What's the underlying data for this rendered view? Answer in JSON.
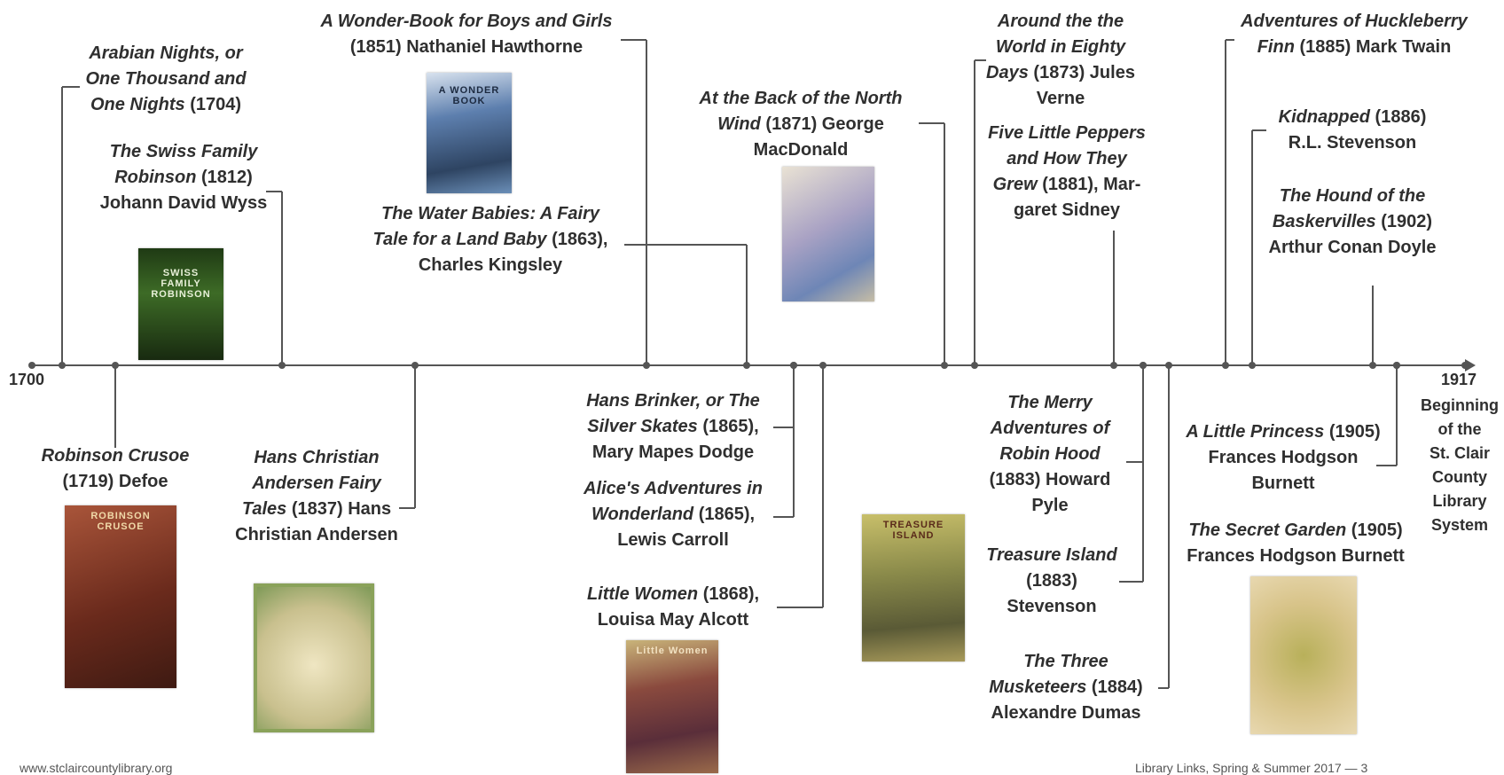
{
  "timeline": {
    "start_year": "1700",
    "end_year": "1917",
    "end_caption": [
      "Beginning",
      "of the",
      "St. Clair",
      "County",
      "Library",
      "System"
    ],
    "colors": {
      "line": "#555555",
      "text": "#2f2f2f"
    }
  },
  "entries": [
    {
      "id": "arabian-nights",
      "title": "Arabian Nights, or One Thousand and One Nights",
      "year": "(1704)",
      "author": ""
    },
    {
      "id": "robinson-crusoe",
      "title": "Robinson Crusoe",
      "year": "(1719)",
      "author": "Defoe"
    },
    {
      "id": "swiss-family",
      "title": "The Swiss Family Robinson",
      "year": "(1812)",
      "author": "Johann David Wyss"
    },
    {
      "id": "andersen",
      "title": "Hans Christian Andersen Fairy Tales",
      "year": "(1837)",
      "author": "Hans Christian Andersen"
    },
    {
      "id": "wonder-book",
      "title": "A Wonder-Book for Boys and Girls",
      "year": "(1851)",
      "author": "Nathaniel Hawthorne"
    },
    {
      "id": "water-babies",
      "title": "The Water Babies: A Fairy Tale for a Land Baby",
      "year": "(1863),",
      "author": "Charles Kingsley"
    },
    {
      "id": "hans-brinker",
      "title": "Hans Brinker, or The Silver Skates",
      "year": "(1865),",
      "author": "Mary Mapes Dodge"
    },
    {
      "id": "alice",
      "title": "Alice's Adventures in Wonderland",
      "year": "(1865),",
      "author": "Lewis Carroll"
    },
    {
      "id": "little-women",
      "title": "Little Women",
      "year": "(1868),",
      "author": "Louisa May Alcott"
    },
    {
      "id": "north-wind",
      "title": "At the Back of the North Wind",
      "year": "(1871)",
      "author": "George MacDonald"
    },
    {
      "id": "eighty-days",
      "title": "Around the the World in Eighty Days",
      "year": "(1873)",
      "author": "Jules Verne"
    },
    {
      "id": "five-peppers",
      "title": "Five Little Peppers and How They Grew",
      "year": "(1881),",
      "author": "Mar-garet Sidney"
    },
    {
      "id": "robin-hood",
      "title": "The Merry Adventures of Robin Hood",
      "year": "(1883) Howard",
      "author": "Pyle"
    },
    {
      "id": "treasure-island",
      "title": "Treasure Island",
      "year": "(1883)",
      "author": "Stevenson"
    },
    {
      "id": "musketeers",
      "title": "The Three Musketeers",
      "year": "(1884)",
      "author": "Alexandre Dumas"
    },
    {
      "id": "huck-finn",
      "title": "Adventures of Huckleberry Finn",
      "year": "(1885)",
      "author": "Mark Twain"
    },
    {
      "id": "kidnapped",
      "title": "Kidnapped",
      "year": "(1886)",
      "author": "R.L. Stevenson"
    },
    {
      "id": "baskervilles",
      "title": "The Hound of the Baskervilles",
      "year": "(1902)",
      "author": "Arthur Conan Doyle"
    },
    {
      "id": "little-princess",
      "title": "A Little Princess",
      "year": "(1905)",
      "author": "Frances Hodgson Burnett"
    },
    {
      "id": "secret-garden",
      "title": "The Secret Garden",
      "year": "(1905)",
      "author": "Frances Hodgson Burnett"
    }
  ],
  "covers": [
    {
      "id": "robinson-crusoe",
      "text": "ROBINSON CRUSOE",
      "bg": "#8a3b2a",
      "fg": "#f0d9a8"
    },
    {
      "id": "swiss-family",
      "text": "SWISS FAMILY ROBINSON",
      "bg": "#2d4a1c",
      "fg": "#e8f0d8"
    },
    {
      "id": "andersen",
      "text": "",
      "bg": "#d9d4b4",
      "fg": "#5a6b3a"
    },
    {
      "id": "wonder-book",
      "text": "A WONDER BOOK",
      "bg": "#3f5e8a",
      "fg": "#e6eef8"
    },
    {
      "id": "north-wind",
      "text": "",
      "bg": "#b9b3c8",
      "fg": "#6a4a3a"
    },
    {
      "id": "little-women",
      "text": "Little Women",
      "bg": "#7a3a3a",
      "fg": "#f2e2c2"
    },
    {
      "id": "treasure-island",
      "text": "TREASURE ISLAND",
      "bg": "#8c8a4a",
      "fg": "#3a2a1a"
    },
    {
      "id": "secret-garden",
      "text": "",
      "bg": "#d8c48a",
      "fg": "#7a4a2a"
    }
  ],
  "footer": {
    "left": "www.stclaircountylibrary.org",
    "right": "Library Links, Spring & Summer 2017  —  3"
  }
}
